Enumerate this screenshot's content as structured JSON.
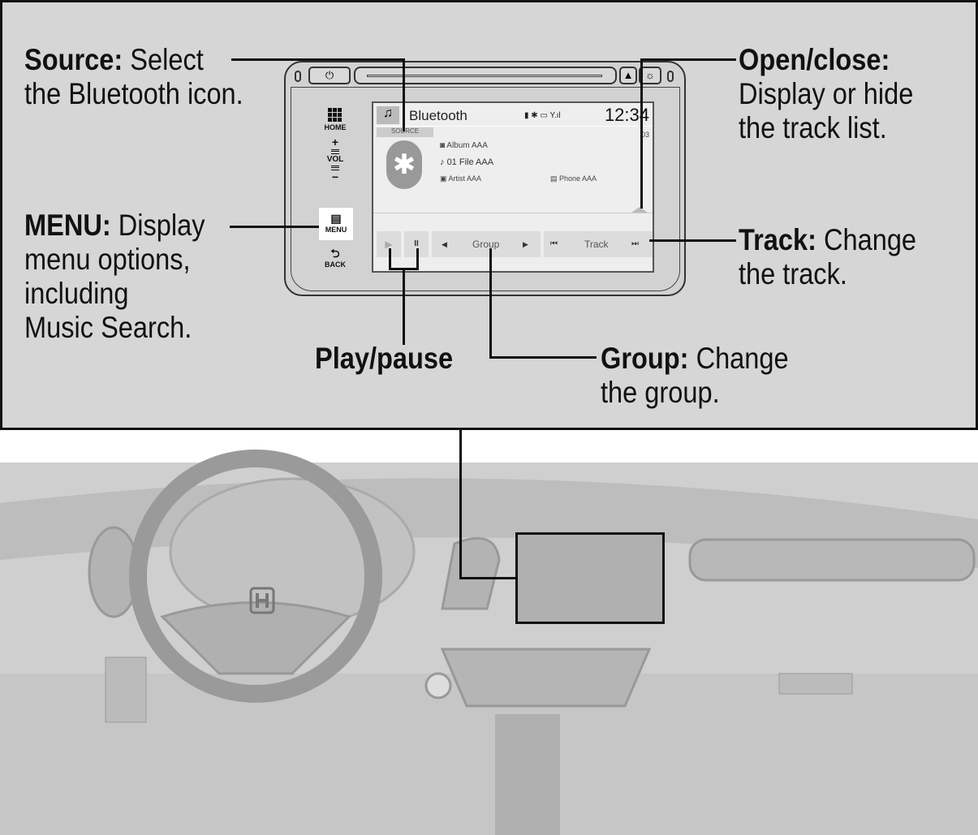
{
  "callouts": {
    "source": {
      "title": "Source:",
      "l1": "Select",
      "l2": "the Bluetooth icon."
    },
    "open_close": {
      "title": "Open/close:",
      "l1": "Display or hide",
      "l2": "the track list."
    },
    "menu": {
      "title": "MENU:",
      "l1": "Display",
      "l2": "menu options,",
      "l3": "including",
      "l4": "Music Search."
    },
    "track": {
      "title": "Track:",
      "l1": "Change",
      "l2": "the track."
    },
    "play_pause": {
      "title": "Play/pause"
    },
    "group": {
      "title": "Group:",
      "l1": "Change",
      "l2": "the group."
    }
  },
  "device": {
    "home": "HOME",
    "vol": "VOL",
    "plus": "+",
    "minus": "−",
    "menu": "MENU",
    "back": "BACK",
    "screen": {
      "title": "Bluetooth",
      "clock": "12:34",
      "source": "SOURCE",
      "track_no": "03",
      "album": "Album AAA",
      "file": "01 File AAA",
      "artist": "Artist AAA",
      "phone": "Phone AAA",
      "group": "Group",
      "track": "Track",
      "play": "▶",
      "pause": "II",
      "prev": "◀",
      "next": "▶",
      "skip_back": "⏮",
      "skip_fwd": "⏭"
    }
  }
}
